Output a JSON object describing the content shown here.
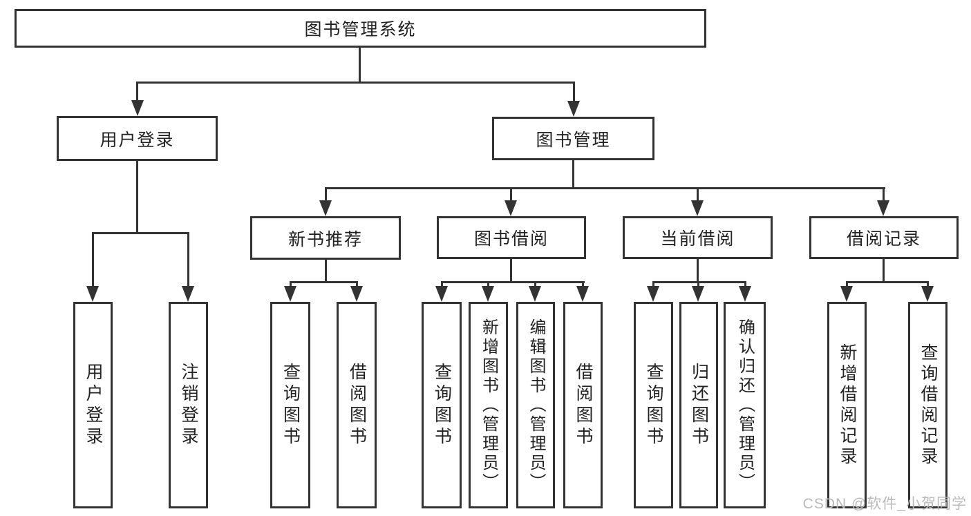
{
  "diagram": {
    "title": "图书管理系统",
    "root": {
      "label": "图书管理系统"
    },
    "level2": [
      {
        "label": "用户登录"
      },
      {
        "label": "图书管理"
      }
    ],
    "level3": [
      {
        "label": "新书推荐"
      },
      {
        "label": "图书借阅"
      },
      {
        "label": "当前借阅"
      },
      {
        "label": "借阅记录"
      }
    ],
    "leaves": {
      "user_login": [
        "用户登录",
        "注销登录"
      ],
      "new_book": [
        "查询图书",
        "借阅图书"
      ],
      "book_borrow": [
        "查询图书",
        "新增图书（管理员）",
        "编辑图书（管理员）",
        "借阅图书"
      ],
      "current_borrow": [
        "查询图书",
        "归还图书",
        "确认归还（管理员）"
      ],
      "borrow_record": [
        "新增借阅记录",
        "查询借阅记录"
      ]
    }
  },
  "watermark": "CSDN @软件_小贺同学",
  "colors": {
    "line": "#333333",
    "text": "#222222",
    "watermark": "#b9b9b9",
    "background": "#ffffff"
  }
}
